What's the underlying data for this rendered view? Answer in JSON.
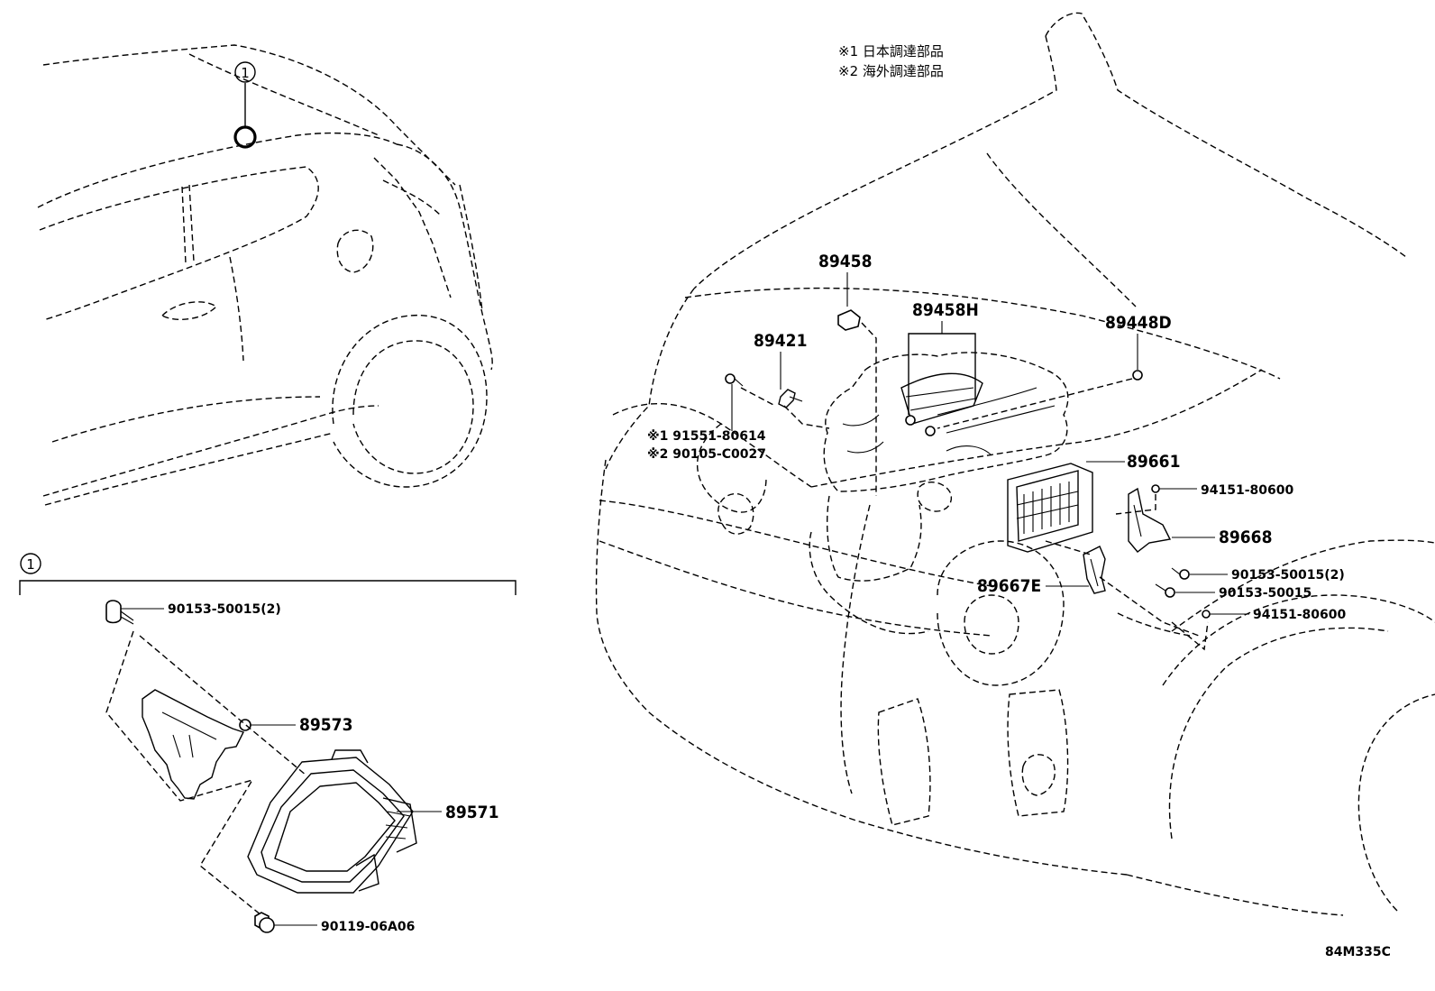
{
  "notes": {
    "note1": "※1 日本調達部品",
    "note2": "※2 海外調達部品"
  },
  "callouts": {
    "circle_marker": "1",
    "detail_marker": "1"
  },
  "parts": {
    "p89458": "89458",
    "p89458H": "89458H",
    "p89448D": "89448D",
    "p89421": "89421",
    "alt1": "※1 91551-80614",
    "alt2": "※2 90105-C0027",
    "p89661": "89661",
    "p94151_a": "94151-80600",
    "p89668": "89668",
    "p90153_2a": "90153-50015(2)",
    "p89667E": "89667E",
    "p90153": "90153-50015",
    "p94151_b": "94151-80600",
    "p90153_2b": "90153-50015(2)",
    "p89573": "89573",
    "p89571": "89571",
    "p90119": "90119-06A06"
  },
  "figure_code": "84M335C"
}
